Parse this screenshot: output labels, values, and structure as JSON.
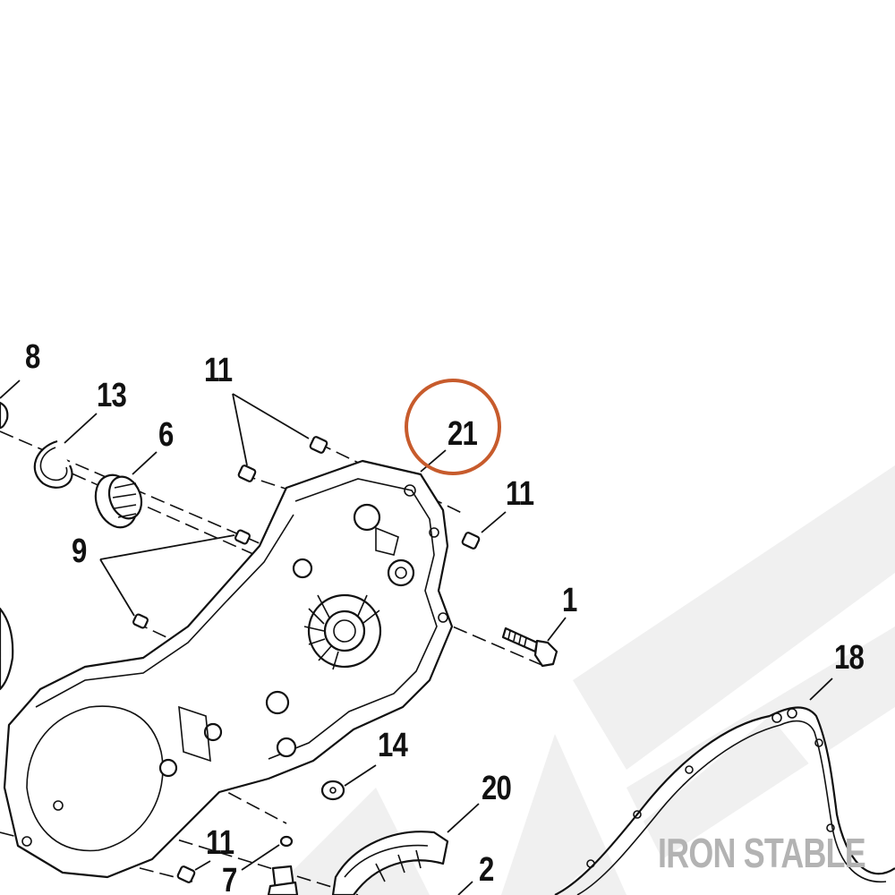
{
  "callouts": {
    "c8": "8",
    "c13": "13",
    "c6": "6",
    "c11_top": "11",
    "c21": "21",
    "c11_right": "11",
    "c9": "9",
    "c1": "1",
    "c18": "18",
    "c14": "14",
    "c20": "20",
    "c11_bottom": "11",
    "c7": "7",
    "c2": "2"
  },
  "highlight": {
    "target": "21",
    "color": "#c75b2c"
  },
  "watermark": {
    "text": "IRON STABLE",
    "color": "#b3b3b3",
    "bg_color": "#f0f0f0"
  },
  "colors": {
    "ink": "#111111",
    "paper": "#ffffff"
  }
}
